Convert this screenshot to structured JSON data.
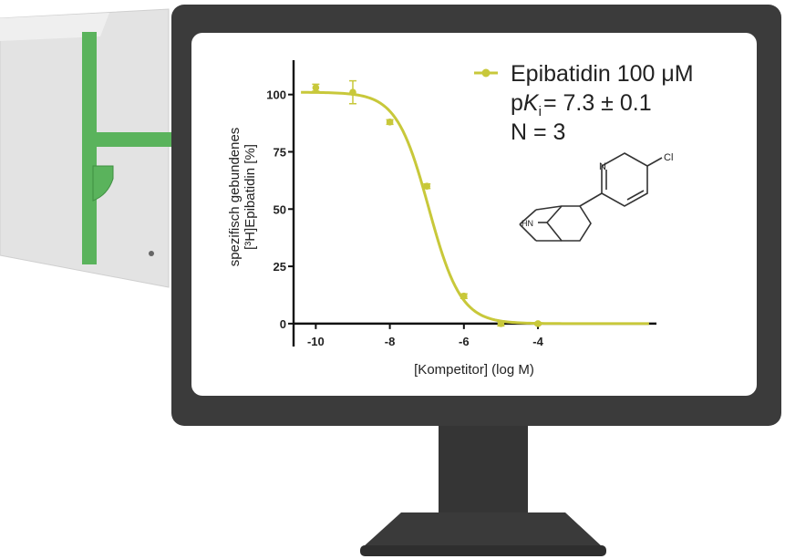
{
  "colors": {
    "accent": "#c8c83a",
    "monitor": "#3b3b3b",
    "instrument": "#e4e4e4",
    "instrument_stripe": "#5ab35c"
  },
  "icons": [
    "monitor-icon",
    "lab-instrument-icon",
    "chemical-structure-icon"
  ],
  "chart_data": {
    "type": "line",
    "xlabel": "[Kompetitor] (log M)",
    "ylabel_line1": "spezifisch gebundenes",
    "ylabel_line2": "[³H]Epibatidin [%]",
    "xlim": [
      -10.6,
      -0.8
    ],
    "ylim": [
      -10,
      115
    ],
    "x_ticks": [
      -10,
      -8,
      -6,
      -4
    ],
    "x_tick_labels": [
      "-10",
      "-8",
      "-6",
      "-4"
    ],
    "y_ticks": [
      0,
      25,
      50,
      75,
      100
    ],
    "y_tick_labels": [
      "0",
      "25",
      "50",
      "75",
      "100"
    ],
    "grid": false,
    "legend_position": "top-right",
    "series": [
      {
        "name": "Epibatidin 100 μM",
        "color": "#c8c83a",
        "points": [
          {
            "x": -10,
            "y": 103,
            "err": 1.5
          },
          {
            "x": -9,
            "y": 101,
            "err": 5
          },
          {
            "x": -8,
            "y": 88,
            "err": 1
          },
          {
            "x": -7,
            "y": 60,
            "err": 1
          },
          {
            "x": -6,
            "y": 12,
            "err": 1
          },
          {
            "x": -5,
            "y": 0,
            "err": 1
          },
          {
            "x": -4,
            "y": 0,
            "err": 0.5
          }
        ],
        "fit": {
          "top": 101,
          "bottom": 0,
          "log_ic50": -6.95,
          "hill": -1
        }
      }
    ],
    "annotations": {
      "pki_prefix": "p",
      "pki_K": "K",
      "pki_sub": "i",
      "pki_value": "= 7.3 ± 0.1",
      "n_text": "N = 3",
      "structure_label_N": "N",
      "structure_label_Cl": "Cl",
      "structure_label_HN": "HN"
    }
  }
}
